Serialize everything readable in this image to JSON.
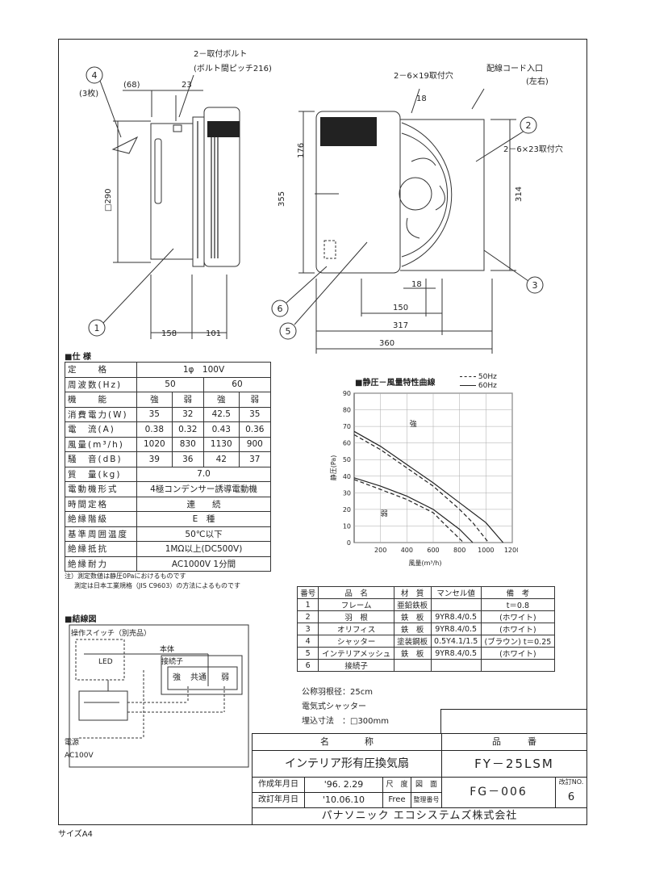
{
  "page": {
    "size_label": "サイズA4"
  },
  "drawing": {
    "labels": {
      "bolt": "2－取付ボルト",
      "bolt_pitch": "(ボルト間ピッチ216)",
      "hole19": "2－6×19取付穴",
      "cord": "配線コード入口",
      "cord_lr": "(左右)",
      "hole23": "2－6×23取付穴",
      "qty3": "(3枚)"
    },
    "dims": {
      "d68": "(68)",
      "d23": "23",
      "d290": "□290",
      "d158": "158",
      "d101": "101",
      "d18a": "18",
      "d176": "176",
      "d355": "355",
      "d314": "314",
      "d18b": "18",
      "d150": "150",
      "d317": "317",
      "d360": "360"
    },
    "balloons": [
      "1",
      "2",
      "3",
      "4",
      "5",
      "6"
    ]
  },
  "spec": {
    "title": "■仕 様",
    "rows": [
      [
        "定　　格",
        "1φ　100V"
      ],
      [
        "周波数(Hz)",
        "50",
        "60"
      ],
      [
        "機　　能",
        "強",
        "弱",
        "強",
        "弱"
      ],
      [
        "消費電力(W)",
        "35",
        "32",
        "42.5",
        "35"
      ],
      [
        "電　流(A)",
        "0.38",
        "0.32",
        "0.43",
        "0.36"
      ],
      [
        "風量(m³/h)",
        "1020",
        "830",
        "1130",
        "900"
      ],
      [
        "騒　音(dB)",
        "39",
        "36",
        "42",
        "37"
      ],
      [
        "質　量(kg)",
        "7.0"
      ],
      [
        "電動機形式",
        "4極コンデンサー誘導電動機"
      ],
      [
        "時間定格",
        "連　　続"
      ],
      [
        "絶縁階級",
        "E　種"
      ],
      [
        "基準周囲温度",
        "50℃以下"
      ],
      [
        "絶縁抵抗",
        "1MΩ以上(DC500V)"
      ],
      [
        "絶縁耐力",
        "AC1000V 1分間"
      ]
    ],
    "notes": [
      "注）測定数値は静圧0Paにおけるものです",
      "測定は日本工業規格（JIS C9603）の方法によるものです"
    ]
  },
  "chart_data": {
    "type": "line",
    "title": "■静圧－風量特性曲線",
    "xlabel": "風量(m³/h)",
    "ylabel": "静圧(Pa)",
    "xticks": [
      200,
      400,
      600,
      800,
      1000,
      1200
    ],
    "yticks": [
      0,
      10,
      20,
      30,
      40,
      50,
      60,
      70,
      80,
      90
    ],
    "xlim": [
      0,
      1200
    ],
    "ylim": [
      0,
      90
    ],
    "legend": [
      "50Hz",
      "60Hz"
    ],
    "annotations": [
      "強",
      "弱"
    ],
    "series": [
      {
        "name": "50Hz",
        "style": "dashed",
        "curves": [
          {
            "label": "強",
            "x": [
              0,
              200,
              400,
              600,
              800,
              900,
              1020
            ],
            "y": [
              65,
              56,
              45,
              34,
              20,
              12,
              0
            ]
          },
          {
            "label": "弱",
            "x": [
              0,
              200,
              400,
              600,
              700,
              830
            ],
            "y": [
              38,
              32,
              26,
              18,
              10,
              0
            ]
          }
        ]
      },
      {
        "name": "60Hz",
        "style": "solid",
        "curves": [
          {
            "label": "強",
            "x": [
              0,
              200,
              400,
              600,
              800,
              1000,
              1130
            ],
            "y": [
              67,
              58,
              47,
              36,
              24,
              12,
              0
            ]
          },
          {
            "label": "弱",
            "x": [
              0,
              200,
              400,
              600,
              800,
              900
            ],
            "y": [
              39,
              34,
              28,
              20,
              8,
              0
            ]
          }
        ]
      }
    ]
  },
  "parts": {
    "headers": [
      "番号",
      "品　名",
      "材　質",
      "マンセル値",
      "備　考"
    ],
    "rows": [
      [
        "1",
        "フレーム",
        "亜鉛鉄板",
        "",
        "t＝0.8"
      ],
      [
        "2",
        "羽　根",
        "鉄　板",
        "9YR8.4/0.5",
        "(ホワイト)"
      ],
      [
        "3",
        "オリフィス",
        "鉄　板",
        "9YR8.4/0.5",
        "(ホワイト)"
      ],
      [
        "4",
        "シャッター",
        "塗装鋼板",
        "0.5Y4.1/1.5",
        "(ブラウン) t＝0.25"
      ],
      [
        "5",
        "インテリアメッシュ",
        "鉄　板",
        "9YR8.4/0.5",
        "(ホワイト)"
      ],
      [
        "6",
        "接続子",
        "",
        "",
        ""
      ]
    ],
    "extra": [
      "公称羽根径：25cm",
      "電気式シャッター",
      "埋込寸法　：□300mm"
    ]
  },
  "wiring": {
    "title": "■結線図",
    "switch": "操作スイッチ（別売品）",
    "body": "本体",
    "terminal": "接続子",
    "terms": [
      "強",
      "共通",
      "弱"
    ],
    "led": "LED",
    "power": "電源",
    "ac": "AC100V"
  },
  "title_block": {
    "name_h": "名　　　　称",
    "no_h": "品　　　番",
    "name": "インテリア形有圧換気扇",
    "model": "FY－25LSM",
    "created_l": "作成年月日",
    "created": "'96. 2.29",
    "scale_l": "尺　度",
    "drawing_l": "図　面",
    "revised_l": "改訂年月日",
    "revised": "'10.06.10",
    "scale": "Free",
    "doc_no_l": "整理番号",
    "doc_no": "FG－006",
    "rev_l": "改訂NO.",
    "rev": "6",
    "company": "パナソニック エコシステムズ株式会社"
  }
}
